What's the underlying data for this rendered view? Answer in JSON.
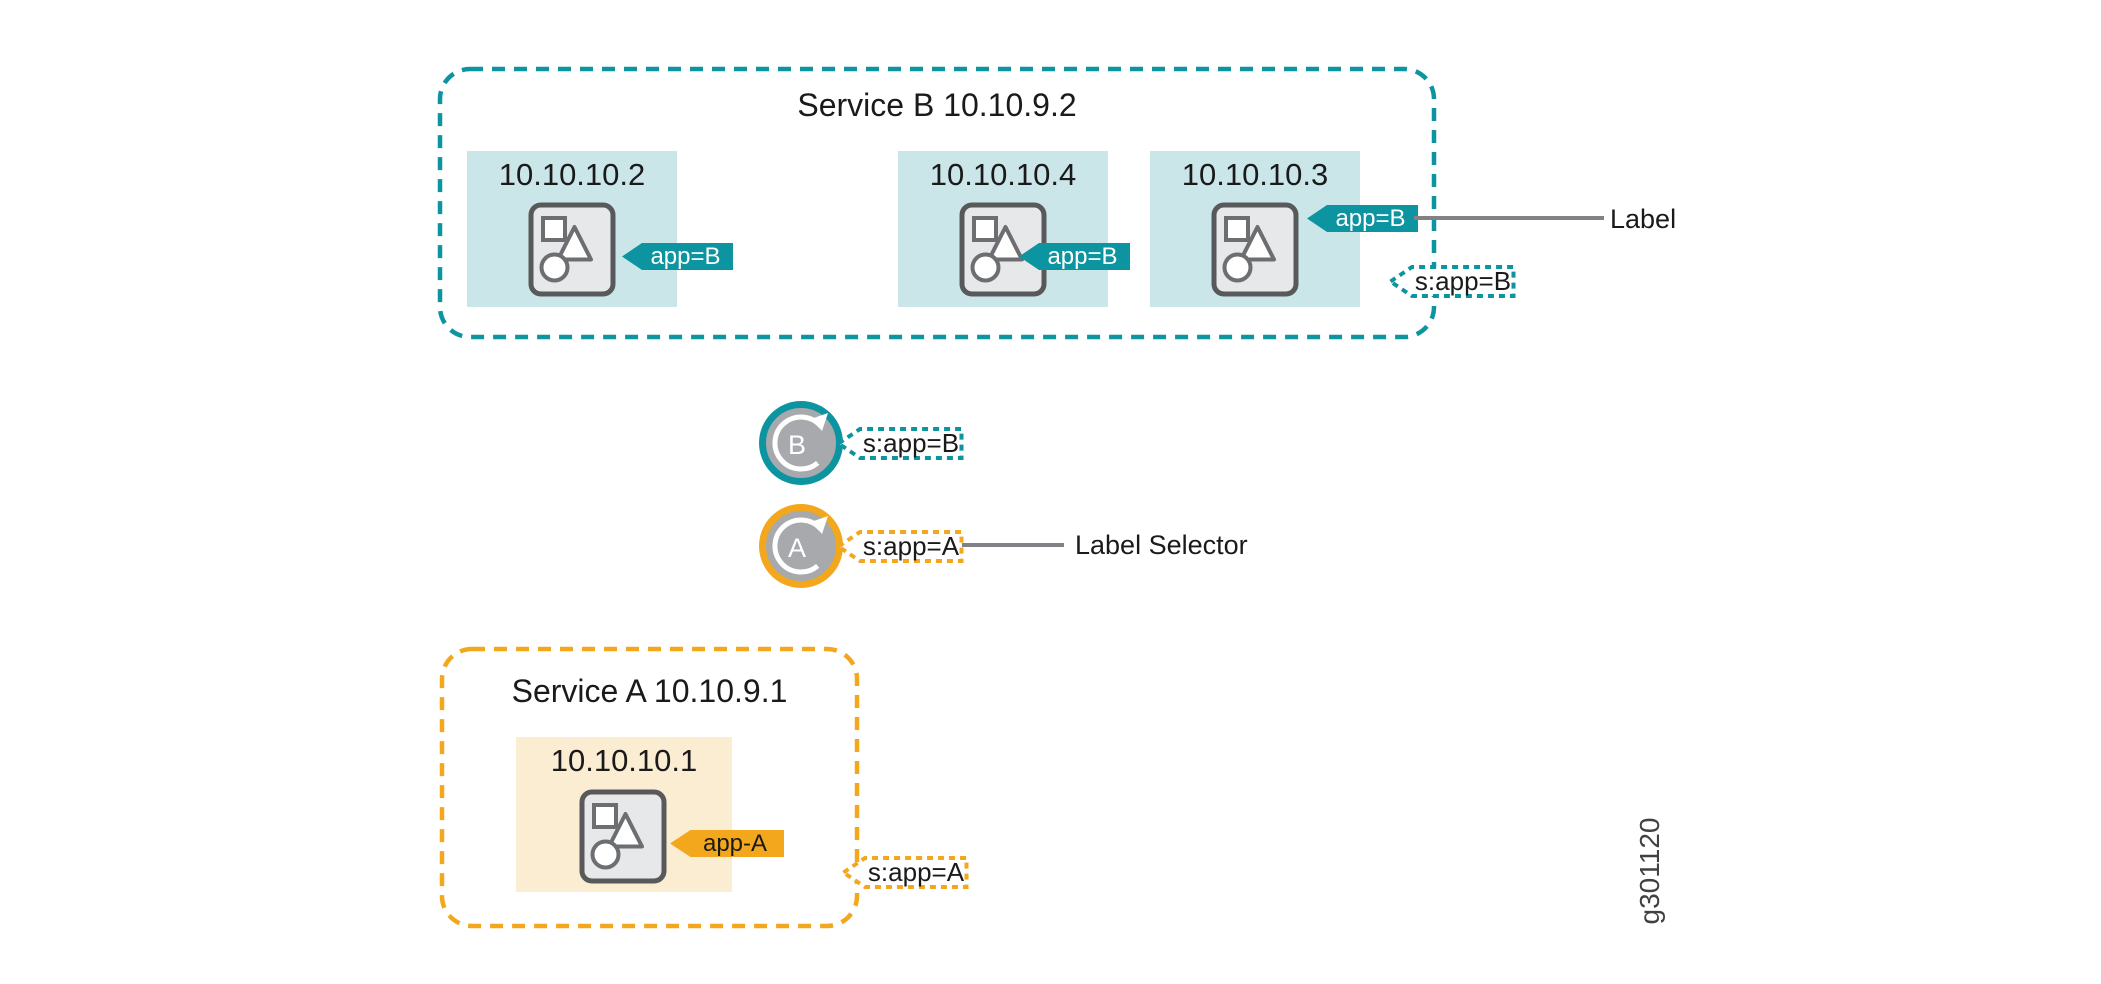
{
  "diagram": {
    "service_b": {
      "title": "Service B 10.10.9.2",
      "pods": [
        {
          "ip": "10.10.10.2",
          "label_tag": "app=B"
        },
        {
          "ip": "10.10.10.4",
          "label_tag": "app=B"
        },
        {
          "ip": "10.10.10.3",
          "label_tag": "app=B"
        }
      ],
      "selector_tag": "s:app=B"
    },
    "circle_b": {
      "letter": "B",
      "selector_tag": "s:app=B"
    },
    "circle_a": {
      "letter": "A",
      "selector_tag": "s:app=A"
    },
    "service_a": {
      "title": "Service A 10.10.9.1",
      "pods": [
        {
          "ip": "10.10.10.1",
          "label_tag": "app-A"
        }
      ],
      "selector_tag": "s:app=A"
    },
    "annotations": {
      "label": "Label",
      "label_selector": "Label Selector",
      "figure_id": "g301120"
    },
    "colors": {
      "teal": "#0C95A0",
      "teal_light": "#CBE6E9",
      "amber": "#F2A71D",
      "amber_light": "#FAEDD2",
      "circle_gray": "#A7A9AC",
      "icon_gray_fill": "#E7E8E9",
      "icon_gray_stroke": "#58595B",
      "shape_gray_stroke": "#6D6E71",
      "line_gray": "#808285",
      "text": "#1A1A1A",
      "figure_id_gray": "#414042"
    }
  }
}
